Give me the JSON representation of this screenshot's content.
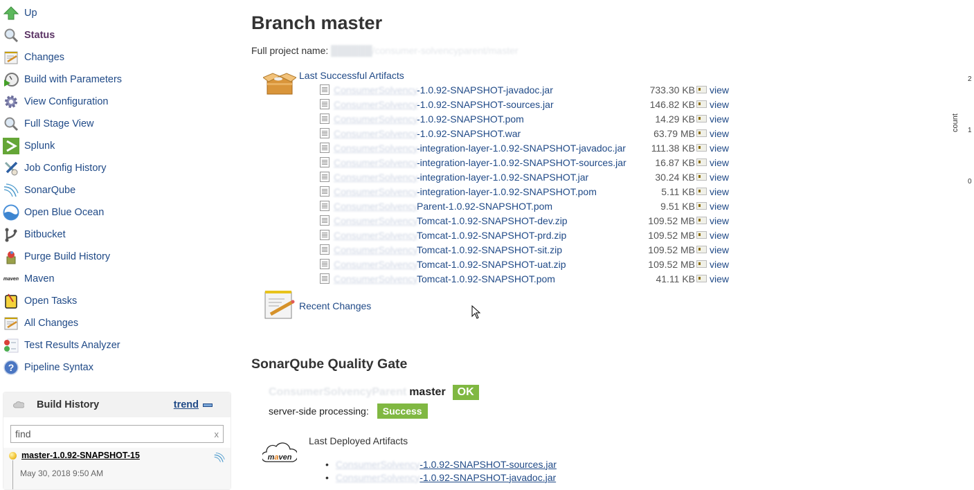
{
  "sidebar": {
    "items": [
      {
        "label": "Up",
        "icon": "up-arrow-icon"
      },
      {
        "label": "Status",
        "icon": "magnifier-icon",
        "active": true
      },
      {
        "label": "Changes",
        "icon": "notepad-icon"
      },
      {
        "label": "Build with Parameters",
        "icon": "clock-play-icon"
      },
      {
        "label": "View Configuration",
        "icon": "gear-icon"
      },
      {
        "label": "Full Stage View",
        "icon": "magnifier-icon"
      },
      {
        "label": "Splunk",
        "icon": "splunk-icon"
      },
      {
        "label": "Job Config History",
        "icon": "tools-icon"
      },
      {
        "label": "SonarQube",
        "icon": "sonarqube-icon"
      },
      {
        "label": "Open Blue Ocean",
        "icon": "blue-ocean-icon"
      },
      {
        "label": "Bitbucket",
        "icon": "branch-icon"
      },
      {
        "label": "Purge Build History",
        "icon": "trash-icon"
      },
      {
        "label": "Maven",
        "icon": "maven-icon"
      },
      {
        "label": "Open Tasks",
        "icon": "tasks-icon"
      },
      {
        "label": "All Changes",
        "icon": "notepad-icon"
      },
      {
        "label": "Test Results Analyzer",
        "icon": "test-results-icon"
      },
      {
        "label": "Pipeline Syntax",
        "icon": "help-icon"
      }
    ],
    "maven_logo_text": "maven"
  },
  "build_history": {
    "title": "Build History",
    "trend_label": "trend",
    "find_value": "find",
    "clear_label": "x",
    "builds": [
      {
        "name": "master-1.0.92-SNAPSHOT-15",
        "date": "May 30, 2018 9:50 AM",
        "status_color": "#f1c232"
      }
    ]
  },
  "main": {
    "title": "Branch master",
    "full_project_name_label": "Full project name:",
    "full_project_name_value": "██████/consumer-solvencyparent/master",
    "last_successful_artifacts_label": "Last Successful Artifacts",
    "artifacts": [
      {
        "prefix": "ConsumerSolvency",
        "name": "-1.0.92-SNAPSHOT-javadoc.jar",
        "size": "733.30 KB"
      },
      {
        "prefix": "ConsumerSolvency",
        "name": "-1.0.92-SNAPSHOT-sources.jar",
        "size": "146.82 KB"
      },
      {
        "prefix": "ConsumerSolvency",
        "name": "-1.0.92-SNAPSHOT.pom",
        "size": "14.29 KB"
      },
      {
        "prefix": "ConsumerSolvency",
        "name": "-1.0.92-SNAPSHOT.war",
        "size": "63.79 MB"
      },
      {
        "prefix": "ConsumerSolvency",
        "name": "-integration-layer-1.0.92-SNAPSHOT-javadoc.jar",
        "size": "111.38 KB"
      },
      {
        "prefix": "ConsumerSolvency",
        "name": "-integration-layer-1.0.92-SNAPSHOT-sources.jar",
        "size": "16.87 KB"
      },
      {
        "prefix": "ConsumerSolvency",
        "name": "-integration-layer-1.0.92-SNAPSHOT.jar",
        "size": "30.24 KB"
      },
      {
        "prefix": "ConsumerSolvency",
        "name": "-integration-layer-1.0.92-SNAPSHOT.pom",
        "size": "5.11 KB"
      },
      {
        "prefix": "ConsumerSolvency",
        "name": "Parent-1.0.92-SNAPSHOT.pom",
        "size": "9.51 KB"
      },
      {
        "prefix": "ConsumerSolvency",
        "name": "Tomcat-1.0.92-SNAPSHOT-dev.zip",
        "size": "109.52 MB"
      },
      {
        "prefix": "ConsumerSolvency",
        "name": "Tomcat-1.0.92-SNAPSHOT-prd.zip",
        "size": "109.52 MB"
      },
      {
        "prefix": "ConsumerSolvency",
        "name": "Tomcat-1.0.92-SNAPSHOT-sit.zip",
        "size": "109.52 MB"
      },
      {
        "prefix": "ConsumerSolvency",
        "name": "Tomcat-1.0.92-SNAPSHOT-uat.zip",
        "size": "109.52 MB"
      },
      {
        "prefix": "ConsumerSolvency",
        "name": "Tomcat-1.0.92-SNAPSHOT.pom",
        "size": "41.11 KB"
      }
    ],
    "view_label": "view",
    "recent_changes_label": "Recent Changes",
    "sonar": {
      "title": "SonarQube Quality Gate",
      "project": "ConsumerSolvencyParent",
      "branch": "master",
      "status": "OK",
      "processing_label": "server-side processing:",
      "processing_status": "Success",
      "badge_color": "#80b842"
    },
    "last_deployed_label": "Last Deployed Artifacts",
    "deployed": [
      {
        "prefix": "ConsumerSolvency",
        "name": "-1.0.92-SNAPSHOT-sources.jar"
      },
      {
        "prefix": "ConsumerSolvency",
        "name": "-1.0.92-SNAPSHOT-javadoc.jar"
      }
    ]
  },
  "trend_chart": {
    "ylabel": "count",
    "yticks": [
      "2",
      "1",
      "0"
    ]
  }
}
